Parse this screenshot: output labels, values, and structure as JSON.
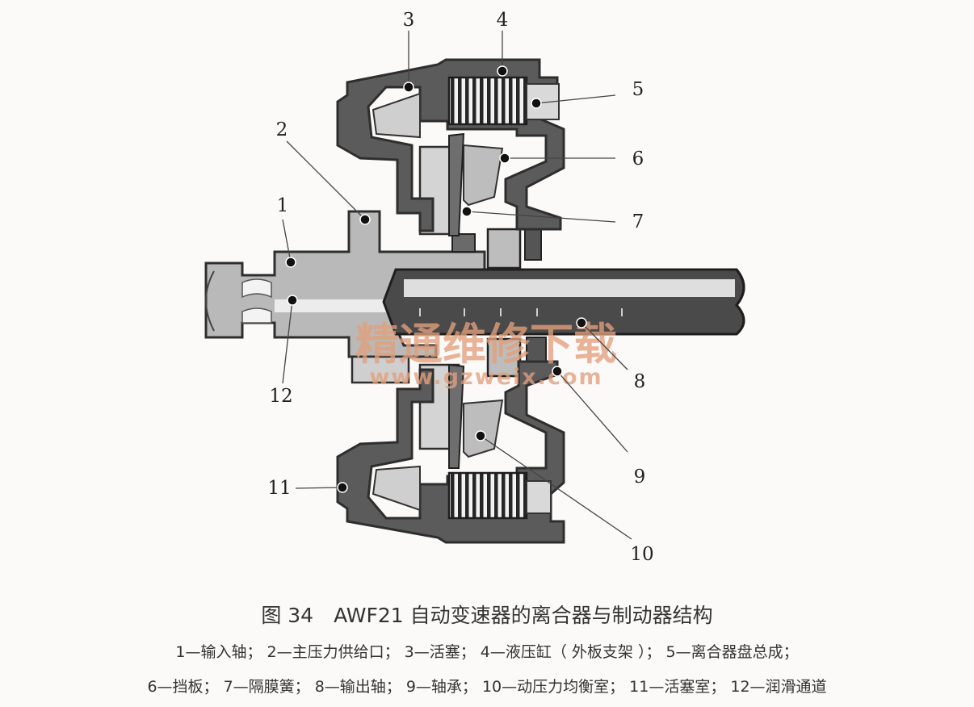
{
  "figure": {
    "callouts": [
      "1",
      "2",
      "3",
      "4",
      "5",
      "6",
      "7",
      "8",
      "9",
      "10",
      "11",
      "12"
    ],
    "watermark": {
      "text": "精通维修下载",
      "url": "www.gzweix.com",
      "color": "#e3a07c"
    },
    "colors": {
      "housing": "#5b5b5b",
      "outline": "#2e2e2e",
      "light": "#c6c6c6",
      "mid": "#8d8d8d"
    }
  },
  "caption": {
    "title": "图 34　AWF21 自动变速器的离合器与制动器结构",
    "legend_line_1": "1—输入轴；  2—主压力供给口；  3—活塞；  4—液压缸（ 外板支架 ）；  5—离合器盘总成；",
    "legend_line_2": "6—挡板；  7—隔膜簧；  8—输出轴；  9—轴承；  10—动压力均衡室；  11—活塞室；  12—润滑通道"
  }
}
